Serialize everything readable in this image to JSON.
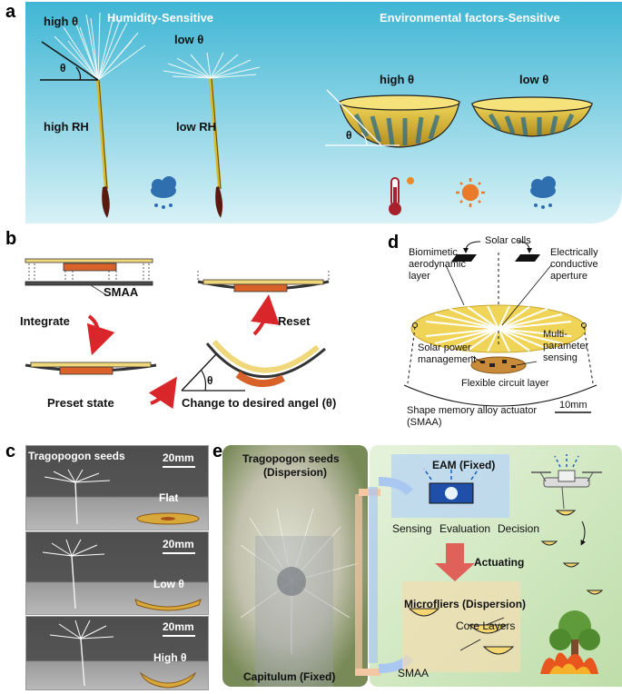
{
  "panel_a": {
    "letter": "a",
    "title_left": "Humidity-Sensitive",
    "title_right": "Environmental factors-Sensitive",
    "high_theta": "high θ",
    "low_theta": "low θ",
    "theta": "θ",
    "high_rh": "high RH",
    "low_rh": "low RH",
    "bowl_high_theta": "high θ",
    "bowl_low_theta": "low θ",
    "icons": [
      "rain-cloud-icon",
      "thermometer-icon",
      "sun-icon",
      "rain-cloud-icon"
    ]
  },
  "panel_b": {
    "letter": "b",
    "smaa": "SMAA",
    "integrate": "Integrate",
    "reset": "Reset",
    "preset": "Preset state",
    "change": "Change to desired angel (θ)",
    "theta": "θ"
  },
  "panel_c": {
    "letter": "c",
    "title": "Tragopogon seeds",
    "photos": [
      {
        "scale": "20mm",
        "label": "Flat"
      },
      {
        "scale": "20mm",
        "label": "Low θ"
      },
      {
        "scale": "20mm",
        "label": "High θ"
      }
    ]
  },
  "panel_d": {
    "letter": "d",
    "solar_cells": "Solar cells",
    "biomimetic_1": "Biomimetic",
    "biomimetic_2": "aerodynamic",
    "biomimetic_3": "layer",
    "electric_1": "Electrically",
    "electric_2": "conductive",
    "electric_3": "aperture",
    "solar_power_1": "Solar power",
    "solar_power_2": "management",
    "multi_1": "Multi-",
    "multi_2": "parameter",
    "multi_3": "sensing",
    "flex": "Flexible circuit layer",
    "scale": "10mm",
    "sma_1": "Shape memory alloy actuator",
    "sma_2": "(SMAA)"
  },
  "panel_e": {
    "letter": "e",
    "seeds_1": "Tragopogon seeds",
    "seeds_2": "(Dispersion)",
    "capitulum": "Capitulum (Fixed)",
    "eam": "EAM (Fixed)",
    "sensing": "Sensing",
    "evaluation": "Evaluation",
    "decision": "Decision",
    "actuating": "Actuating",
    "microfliers": "Microfliers (Dispersion)",
    "core_layers": "Core Layers",
    "smaa": "SMAA"
  },
  "colors": {
    "sky_top": "#42b9d6",
    "sky_bottom": "#cfeef5",
    "gold": "#d9b637",
    "orange": "#d8622a",
    "green": "#cfe8bf"
  }
}
